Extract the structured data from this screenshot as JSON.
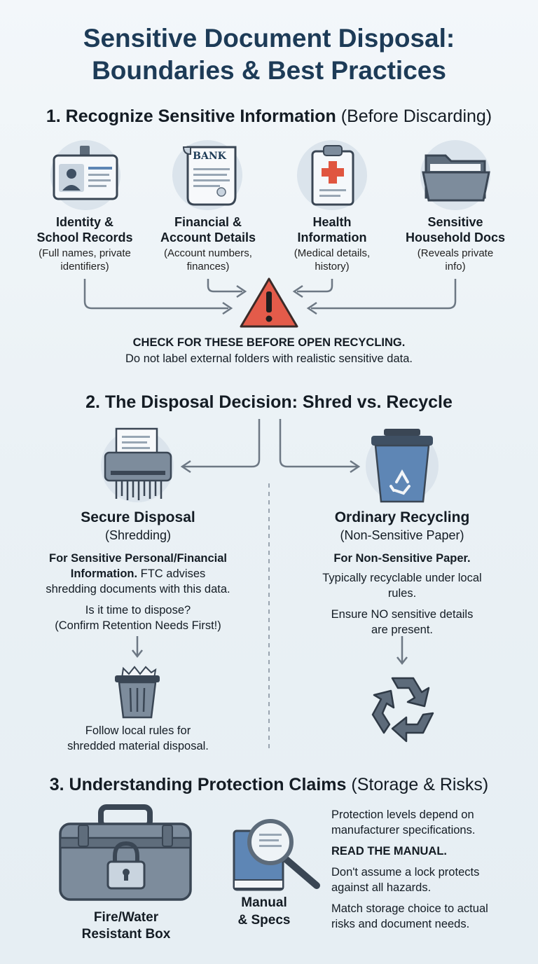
{
  "title": {
    "line1": "Sensitive Document Disposal:",
    "line2": "Boundaries & Best Practices"
  },
  "section1": {
    "heading_bold": "1. Recognize Sensitive Information",
    "heading_light": " (Before Discarding)",
    "categories": [
      {
        "title1": "Identity &",
        "title2": "School Records",
        "desc1": "(Full names, private",
        "desc2": "identifiers)",
        "icon": "id-card-icon"
      },
      {
        "title1": "Financial &",
        "title2": "Account Details",
        "desc1": "(Account numbers,",
        "desc2": "finances)",
        "icon": "bank-statement-icon",
        "icon_text": "BANK"
      },
      {
        "title1": "Health",
        "title2": "Information",
        "desc1": "(Medical details,",
        "desc2": "history)",
        "icon": "medical-clipboard-icon"
      },
      {
        "title1": "Sensitive",
        "title2": "Household Docs",
        "desc1": "(Reveals private",
        "desc2": "info)",
        "icon": "folder-icon"
      }
    ],
    "warning_bold": "CHECK FOR THESE BEFORE OPEN RECYCLING.",
    "warning_note": "Do not label external folders with realistic sensitive data."
  },
  "section2": {
    "heading": "2. The Disposal Decision: Shred vs. Recycle",
    "left": {
      "title": "Secure Disposal",
      "subtitle": "(Shredding)",
      "bold1": "For Sensitive Personal/Financial",
      "bold2": "Information.",
      "rest2": " FTC advises",
      "line3": "shredding documents with this data.",
      "q1": "Is it time to dispose?",
      "q2": "(Confirm Retention Needs First!)",
      "foot1": "Follow local rules for",
      "foot2": "shredded material disposal."
    },
    "right": {
      "title": "Ordinary Recycling",
      "subtitle": "(Non-Sensitive Paper)",
      "bold": "For Non-Sensitive Paper.",
      "line1": "Typically recyclable under local",
      "line2": "rules.",
      "line3": "Ensure NO sensitive details",
      "line4": "are present."
    }
  },
  "section3": {
    "heading_bold": "3. Understanding Protection Claims",
    "heading_light": " (Storage & Risks)",
    "box_label1": "Fire/Water",
    "box_label2": "Resistant Box",
    "manual_label1": "Manual",
    "manual_label2": "& Specs",
    "text": {
      "p1a": "Protection levels depend on",
      "p1b": "manufacturer specifications.",
      "bold": "READ THE MANUAL.",
      "p2a": "Don't assume a lock protects",
      "p2b": "against all hazards.",
      "p3a": "Match storage choice to actual",
      "p3b": "risks and document needs."
    }
  },
  "colors": {
    "title": "#1d3b57",
    "icon_fill": "#7d8c9c",
    "icon_dark": "#3a4654",
    "circle": "#dbe4ec",
    "warning": "#e35b4a",
    "recycle_bin": "#5e86b5",
    "medical_cross": "#e0553f"
  }
}
